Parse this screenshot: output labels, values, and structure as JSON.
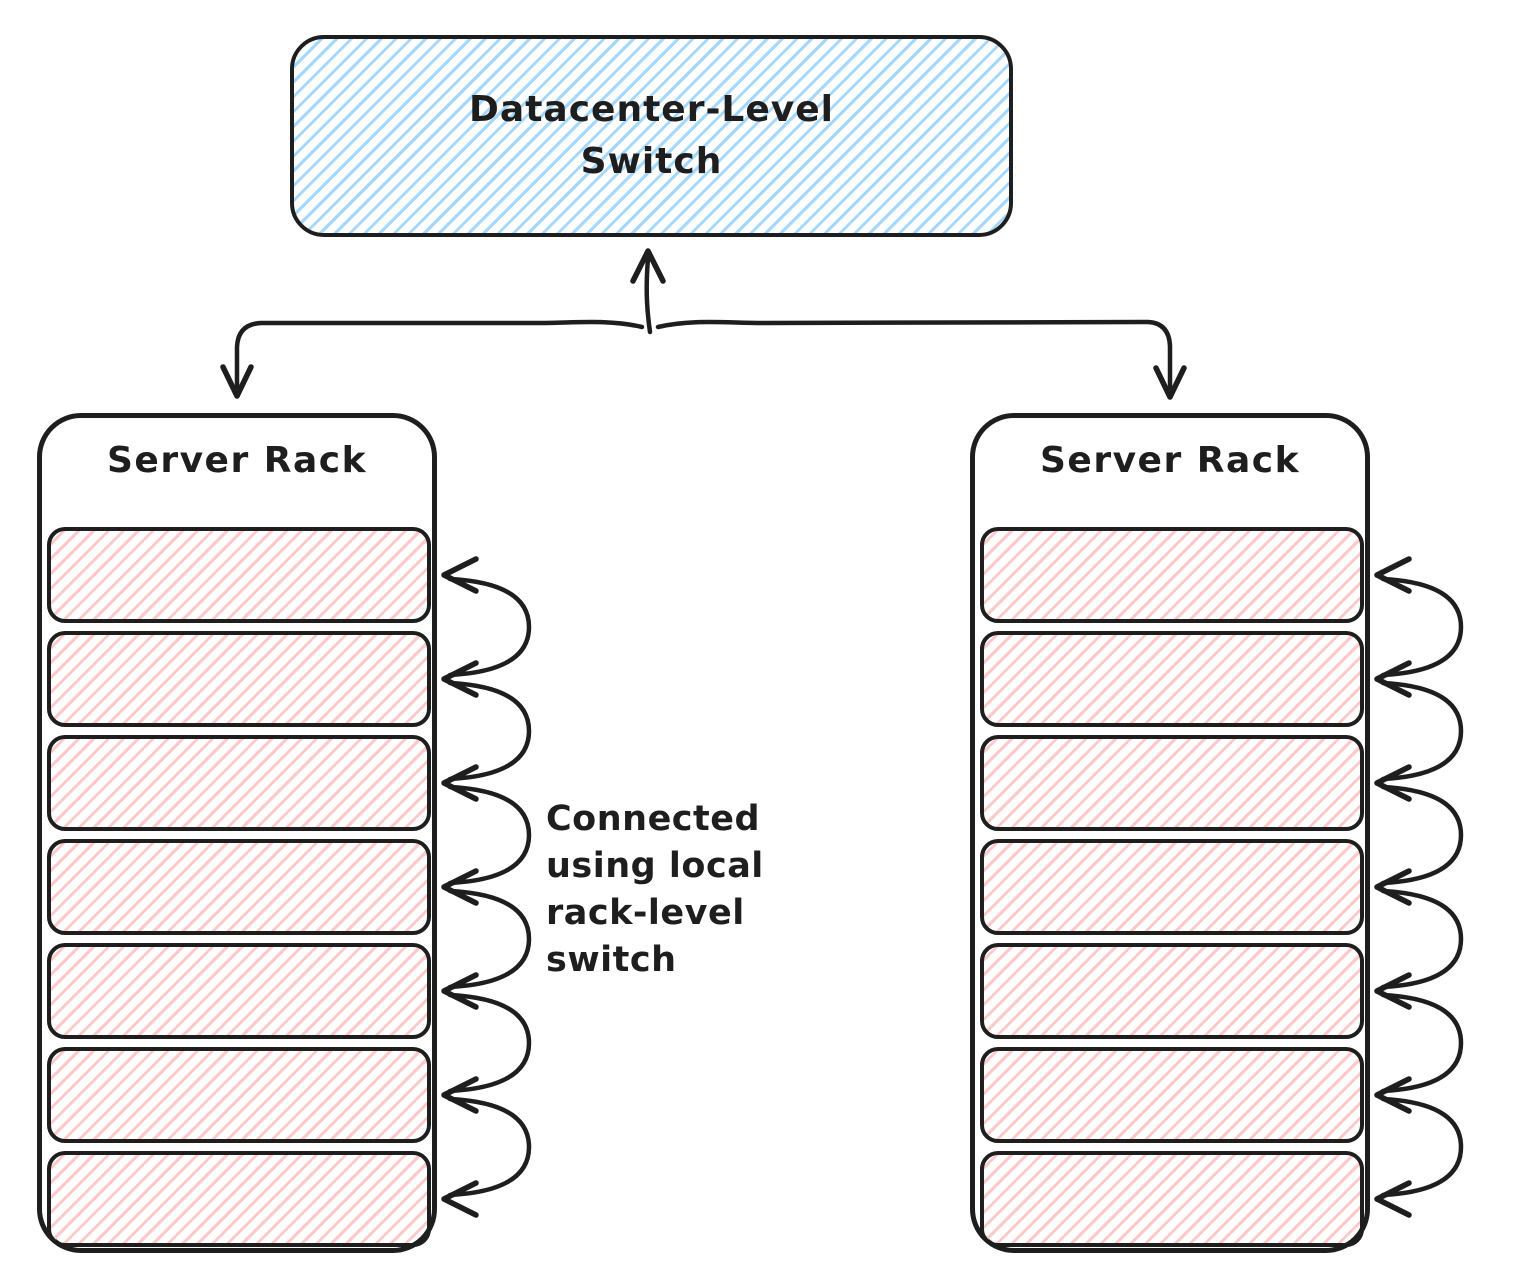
{
  "diagram": {
    "switch": {
      "label": "Datacenter-Level\nSwitch"
    },
    "racks": [
      {
        "label": "Server Rack",
        "server_count": 7
      },
      {
        "label": "Server Rack",
        "server_count": 7
      }
    ],
    "annotation": "Connected\nusing local\nrack-level\nswitch",
    "colors": {
      "stroke": "#1e1e1e",
      "switch_hatch": "#a5d8ff",
      "server_hatch": "#ffc9c9",
      "background": "#ffffff"
    }
  }
}
